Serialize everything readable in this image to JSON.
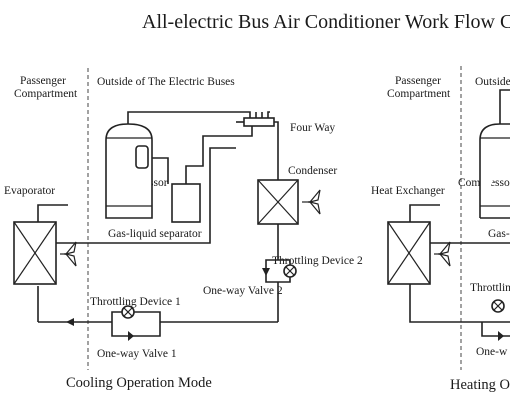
{
  "title": "All-electric Bus Air Conditioner Work Flow Char",
  "cooling": {
    "passenger_compartment": [
      "Passenger",
      "Compartment"
    ],
    "outside": "Outside of The Electric Buses",
    "four_way": "Four Way",
    "condenser": "Condenser",
    "compressor": "Compressor",
    "evaporator": "Evaporator",
    "gas_liquid_separator": "Gas-liquid separator",
    "throttling_device_2": "Throttling Device 2",
    "one_way_valve_2": "One-way Valve 2",
    "throttling_device_1": "Throttling Device 1",
    "one_way_valve_1": "One-way Valve 1",
    "mode": "Cooling Operation Mode"
  },
  "heating": {
    "passenger_compartment": [
      "Passenger",
      "Compartment"
    ],
    "outside": "Outside",
    "heat_exchanger": "Heat Exchanger",
    "compressor": "Compressor",
    "gas_liquid_separator": "Gas-",
    "throttling": "Throttlin",
    "one_way": "One-w",
    "mode": "Heating O"
  }
}
